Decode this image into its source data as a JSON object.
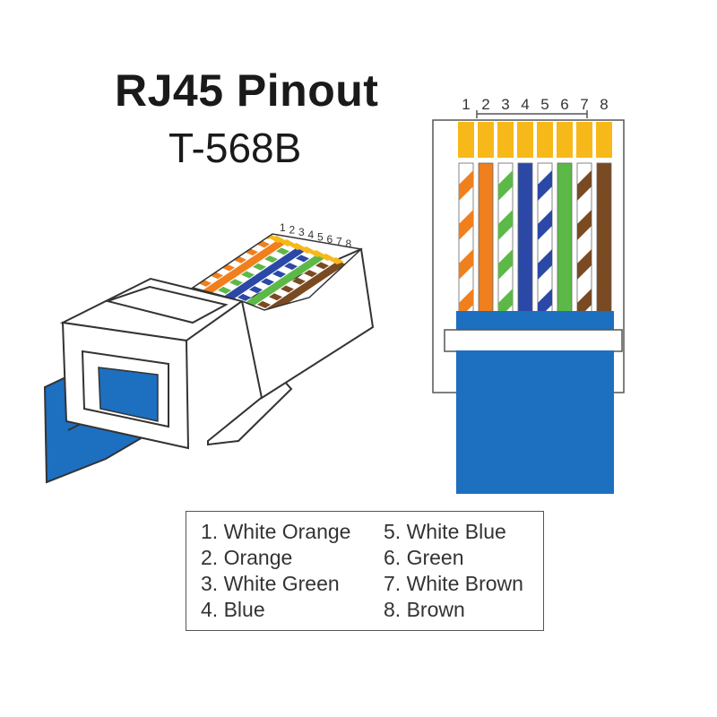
{
  "header": {
    "title": "RJ45 Pinout",
    "subtitle": "T-568B"
  },
  "pin_numbers": [
    "1",
    "2",
    "3",
    "4",
    "5",
    "6",
    "7",
    "8"
  ],
  "pins": [
    {
      "number": "1",
      "color": "#f07f1d",
      "striped": true
    },
    {
      "number": "2",
      "color": "#f07f1d",
      "striped": false
    },
    {
      "number": "3",
      "color": "#5cb947",
      "striped": true
    },
    {
      "number": "4",
      "color": "#2b48a6",
      "striped": false
    },
    {
      "number": "5",
      "color": "#2b48a6",
      "striped": true
    },
    {
      "number": "6",
      "color": "#5cb947",
      "striped": false
    },
    {
      "number": "7",
      "color": "#7a4a22",
      "striped": true
    },
    {
      "number": "8",
      "color": "#7a4a22",
      "striped": false
    }
  ],
  "colors": {
    "cable_blue": "#1d6fbf",
    "gold_contact": "#f7b81a",
    "outline": "#333333"
  },
  "legend": {
    "items": [
      "1. White Orange",
      "2. Orange",
      "3. White Green",
      "4. Blue",
      "5. White Blue",
      "6. Green",
      "7. White Brown",
      "8. Brown"
    ]
  }
}
